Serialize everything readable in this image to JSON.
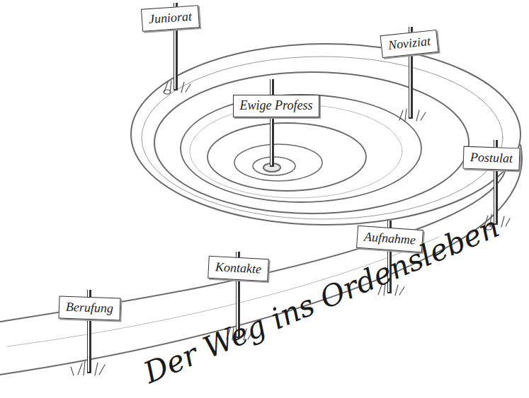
{
  "diagram": {
    "title": "Der Weg ins Ordensleben",
    "nodes": [
      {
        "text": [
          "Berufung"
        ]
      },
      {
        "text": [
          "Kontakte"
        ]
      },
      {
        "text": [
          "Aufnahme"
        ]
      },
      {
        "text": [
          "Postulat"
        ]
      },
      {
        "text": [
          "Noviziat"
        ]
      },
      {
        "text": [
          "Juniorat"
        ]
      },
      {
        "text": [
          "Ewige Profess"
        ]
      }
    ]
  }
}
